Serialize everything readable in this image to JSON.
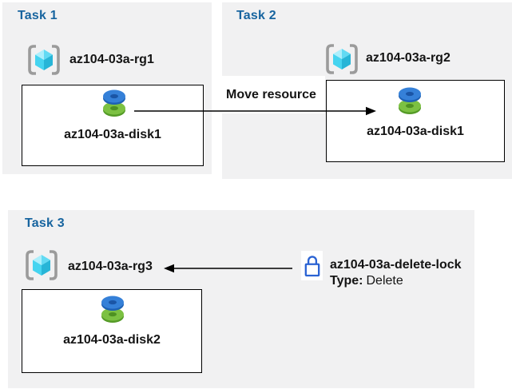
{
  "colors": {
    "panel_bg": "#F1F1F2",
    "title_blue": "#17649F",
    "text": "#141414",
    "arrow_black": "#000000",
    "lock_blue": "#2B63D3",
    "cube_light": "#ACEFFC",
    "cube_mid": "#62DAF3",
    "cube_left": "#45D4F0",
    "cube_dark": "#27B5D7",
    "bracket_gray": "#9B9B9B",
    "disk_blue_top": "#3580D8",
    "disk_blue_rim": "#1E61B4",
    "disk_blue_hole": "#1A55A6",
    "disk_green_top": "#7CC142",
    "disk_green_rim": "#559B27",
    "disk_green_hole": "#4E9122"
  },
  "icons": {
    "resource_group": "azure-resource-group-cube",
    "disk": "azure-managed-disk-stack",
    "lock": "padlock-outline",
    "arrow_right": "black-right-arrow",
    "arrow_left": "black-left-arrow"
  },
  "tasks": {
    "task1": {
      "title": "Task 1",
      "resource_group": "az104-03a-rg1",
      "resource": "az104-03a-disk1"
    },
    "task2": {
      "title": "Task 2",
      "resource_group": "az104-03a-rg2",
      "resource": "az104-03a-disk1",
      "arrow_label": "Move resource"
    },
    "task3": {
      "title": "Task 3",
      "resource_group": "az104-03a-rg3",
      "resource": "az104-03a-disk2",
      "lock": {
        "name": "az104-03a-delete-lock",
        "type_label": "Type:",
        "type_value": "Delete"
      }
    }
  }
}
